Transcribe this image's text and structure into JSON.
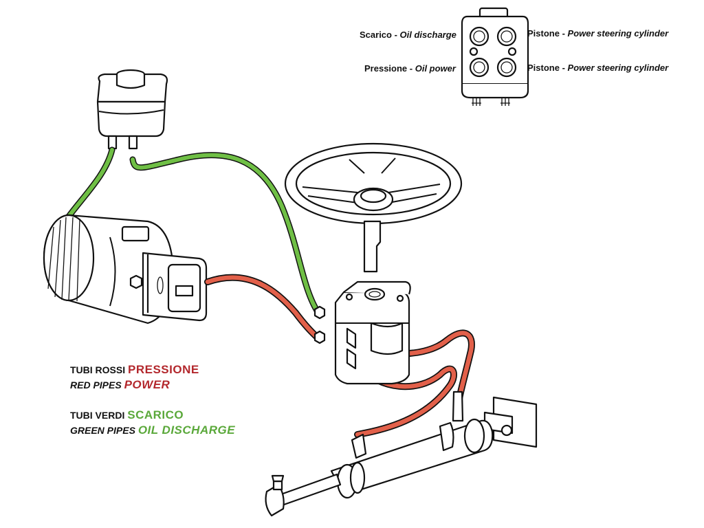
{
  "port_labels": {
    "discharge": {
      "it": "Scarico",
      "sep": " - ",
      "en": "Oil discharge"
    },
    "power": {
      "it": "Pressione",
      "sep": " - ",
      "en": "Oil power"
    },
    "cyl_top": {
      "it": "Pistone",
      "sep": " - ",
      "en": "Power steering cylinder"
    },
    "cyl_bottom": {
      "it": "Pistone",
      "sep": " - ",
      "en": "Power steering cylinder"
    }
  },
  "legend": {
    "red": {
      "small_it": "TUBI ROSSI ",
      "big_it": "PRESSIONE",
      "small_en": "RED PIPES ",
      "big_en": "POWER",
      "color": "#b3282d"
    },
    "green": {
      "small_it": "TUBI VERDI ",
      "big_it": "SCARICO",
      "small_en": "GREEN PIPES ",
      "big_en": "OIL DISCHARGE",
      "color": "#5aa83a"
    }
  },
  "colors": {
    "red_pipe": "#e2604a",
    "green_pipe": "#6fbf45",
    "outline": "#111111"
  }
}
